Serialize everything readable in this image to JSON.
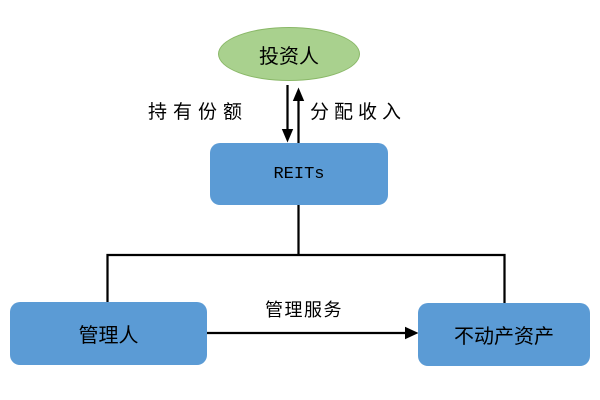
{
  "diagram": {
    "nodes": {
      "investor": {
        "label": "投资人",
        "shape": "ellipse"
      },
      "reits": {
        "label": "REITs",
        "shape": "rounded-rect"
      },
      "manager": {
        "label": "管理人",
        "shape": "rounded-rect"
      },
      "assets": {
        "label": "不动产资产",
        "shape": "rounded-rect"
      }
    },
    "edges": {
      "hold_shares": {
        "label": "持有份额",
        "from": "投资人",
        "to": "REITs",
        "direction": "down"
      },
      "distribute_income": {
        "label": "分配收入",
        "from": "REITs",
        "to": "投资人",
        "direction": "up"
      },
      "reits_branch": {
        "label": "",
        "from": "REITs",
        "to": "管理人 / 不动产资产",
        "direction": "down"
      },
      "management_service": {
        "label": "管理服务",
        "from": "管理人",
        "to": "不动产资产",
        "direction": "right"
      }
    }
  },
  "colors": {
    "node_blue": "#5b9bd5",
    "node_green": "#a9d18e",
    "node_green_border": "#8ab868",
    "line": "#000000",
    "text": "#000000",
    "background": "#ffffff"
  }
}
